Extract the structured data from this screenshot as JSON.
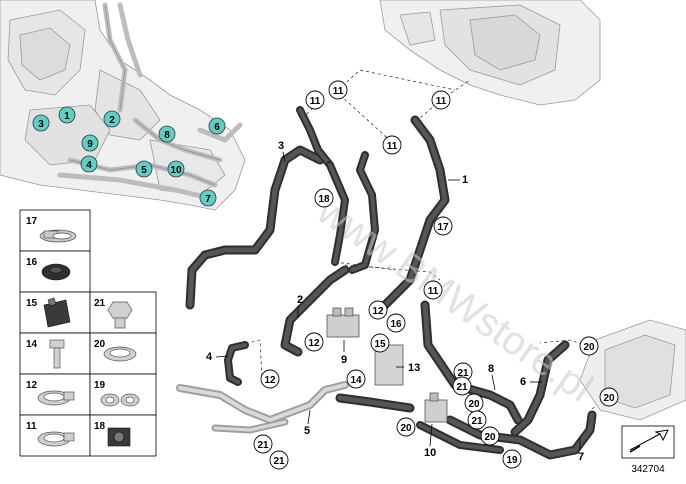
{
  "diagram": {
    "reference_number": "342704",
    "watermark": "www.BMWstore.pl",
    "engine_callouts": [
      "3",
      "1",
      "2",
      "9",
      "4",
      "8",
      "5",
      "10",
      "6",
      "7"
    ],
    "circled_callouts": [
      "11",
      "11",
      "11",
      "11",
      "18",
      "17",
      "12",
      "12",
      "16",
      "15",
      "14",
      "12",
      "11",
      "21",
      "20",
      "20",
      "20",
      "21",
      "21",
      "21",
      "20",
      "19",
      "21",
      "20"
    ],
    "part_labels": [
      "1",
      "2",
      "3",
      "4",
      "5",
      "6",
      "7",
      "8",
      "9",
      "10",
      "13"
    ],
    "parts_table": [
      {
        "left": "17",
        "right": ""
      },
      {
        "left": "16",
        "right": ""
      },
      {
        "left": "15",
        "right": "21"
      },
      {
        "left": "14",
        "right": "20"
      },
      {
        "left": "12",
        "right": "19"
      },
      {
        "left": "11",
        "right": "18"
      }
    ]
  }
}
